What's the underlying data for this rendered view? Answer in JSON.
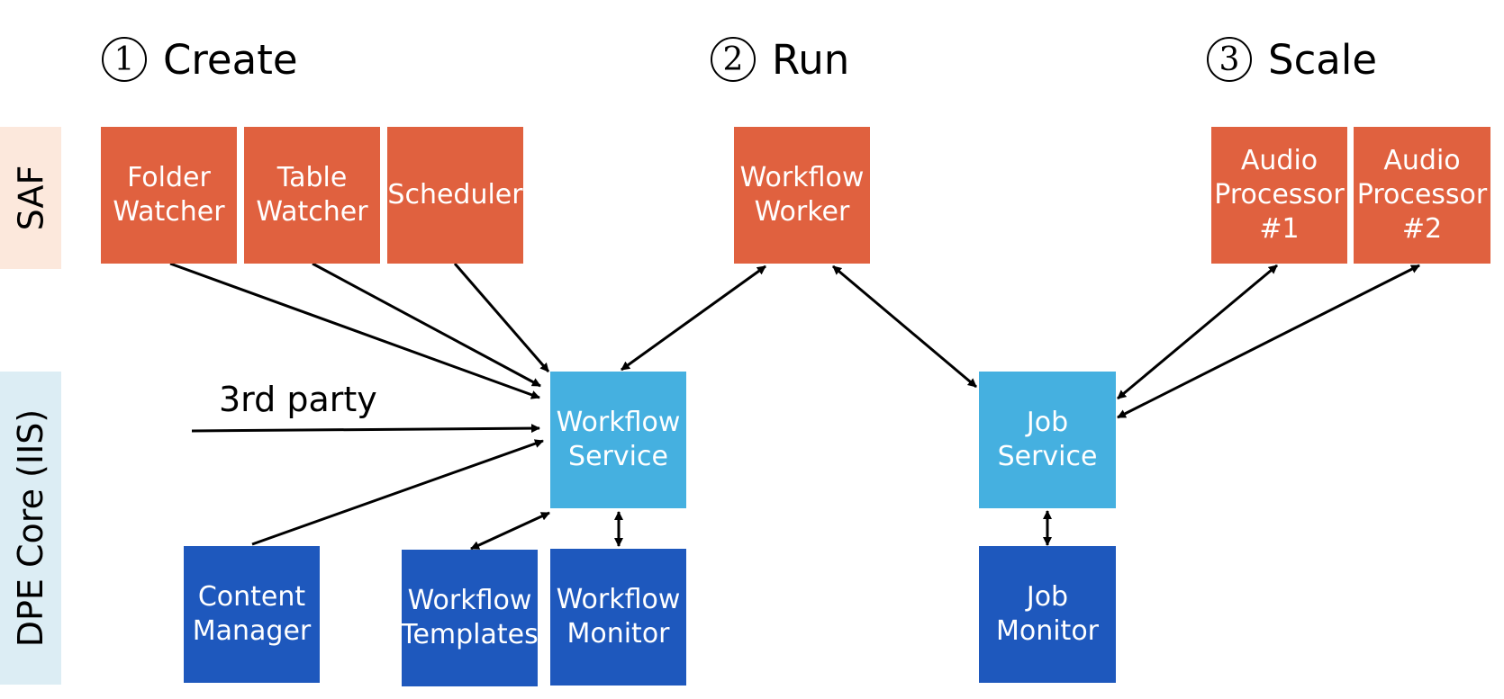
{
  "phases": [
    {
      "num": "1",
      "label": "Create"
    },
    {
      "num": "2",
      "label": "Run"
    },
    {
      "num": "3",
      "label": "Scale"
    }
  ],
  "bands": {
    "saf": "SAF",
    "core": "DPE Core (IIS)"
  },
  "colors": {
    "saf_band": "#fce8dc",
    "core_band": "#dcedf4",
    "saf_component": "#e0613f",
    "service": "#45b0e0",
    "core_component": "#1e58bd"
  },
  "components": {
    "folder_watcher": "Folder\nWatcher",
    "table_watcher": "Table\nWatcher",
    "scheduler": "Scheduler",
    "workflow_worker": "Workflow\nWorker",
    "audio_processor_1": "Audio\nProcessor\n#1",
    "audio_processor_2": "Audio\nProcessor\n#2",
    "workflow_service": "Workflow\nService",
    "job_service": "Job\nService",
    "content_manager": "Content\nManager",
    "workflow_templates": "Workflow\nTemplates",
    "workflow_monitor": "Workflow\nMonitor",
    "job_monitor": "Job\nMonitor"
  },
  "external": {
    "third_party": "3rd party"
  }
}
